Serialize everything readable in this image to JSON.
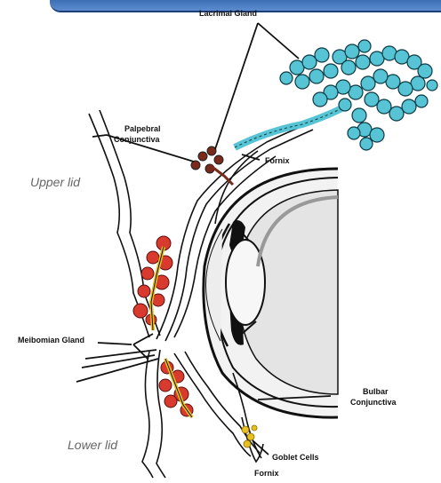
{
  "labels": {
    "lacrimal_gland": "Lacrimal Gland",
    "palpebral_line1": "Palpebral",
    "palpebral_line2": "Conjunctiva",
    "fornix_upper": "Fornix",
    "upper_lid": "Upper lid",
    "meibomian_gland": "Meibomian Gland",
    "bulbar_line1": "Bulbar",
    "bulbar_line2": "Conjunctiva",
    "lower_lid": "Lower lid",
    "goblet_cells": "Goblet Cells",
    "fornix_lower": "Fornix"
  },
  "colors": {
    "header_bar": "#3d6fb5",
    "lacrimal_gland": "#56c4d4",
    "meibomian_gland": "#d83a2e",
    "accessory_gland": "#7a2a1a",
    "goblet_cells": "#e8c020",
    "lens": "#f4f4f4",
    "sclera_fill": "#e6e6e6",
    "outline": "#111111"
  },
  "icons": [
    "eye-cross-section-diagram"
  ]
}
